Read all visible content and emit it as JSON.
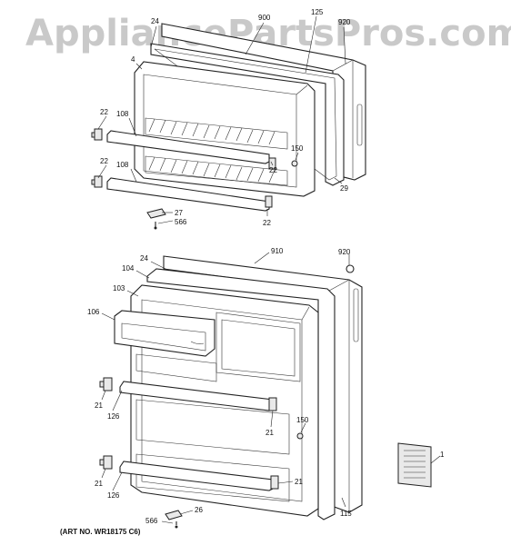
{
  "watermark": "AppliancePartsPros.com",
  "art_number": "(ART NO. WR18175 C6)",
  "callouts": {
    "top_24": "24",
    "top_900": "900",
    "top_125": "125",
    "top_920": "920",
    "top_4": "4",
    "top_22a": "22",
    "top_108a": "108",
    "top_150": "150",
    "top_22b": "22",
    "top_22c": "22",
    "top_108b": "108",
    "top_29": "29",
    "top_27": "27",
    "top_566": "566",
    "top_22d": "22",
    "bot_24": "24",
    "bot_910": "910",
    "bot_920": "920",
    "bot_104": "104",
    "bot_103": "103",
    "bot_106": "106",
    "bot_21a": "21",
    "bot_126a": "126",
    "bot_21b": "21",
    "bot_150": "150",
    "bot_1": "1",
    "bot_21c": "21",
    "bot_126b": "126",
    "bot_21d": "21",
    "bot_115": "115",
    "bot_26": "26",
    "bot_566": "566"
  }
}
